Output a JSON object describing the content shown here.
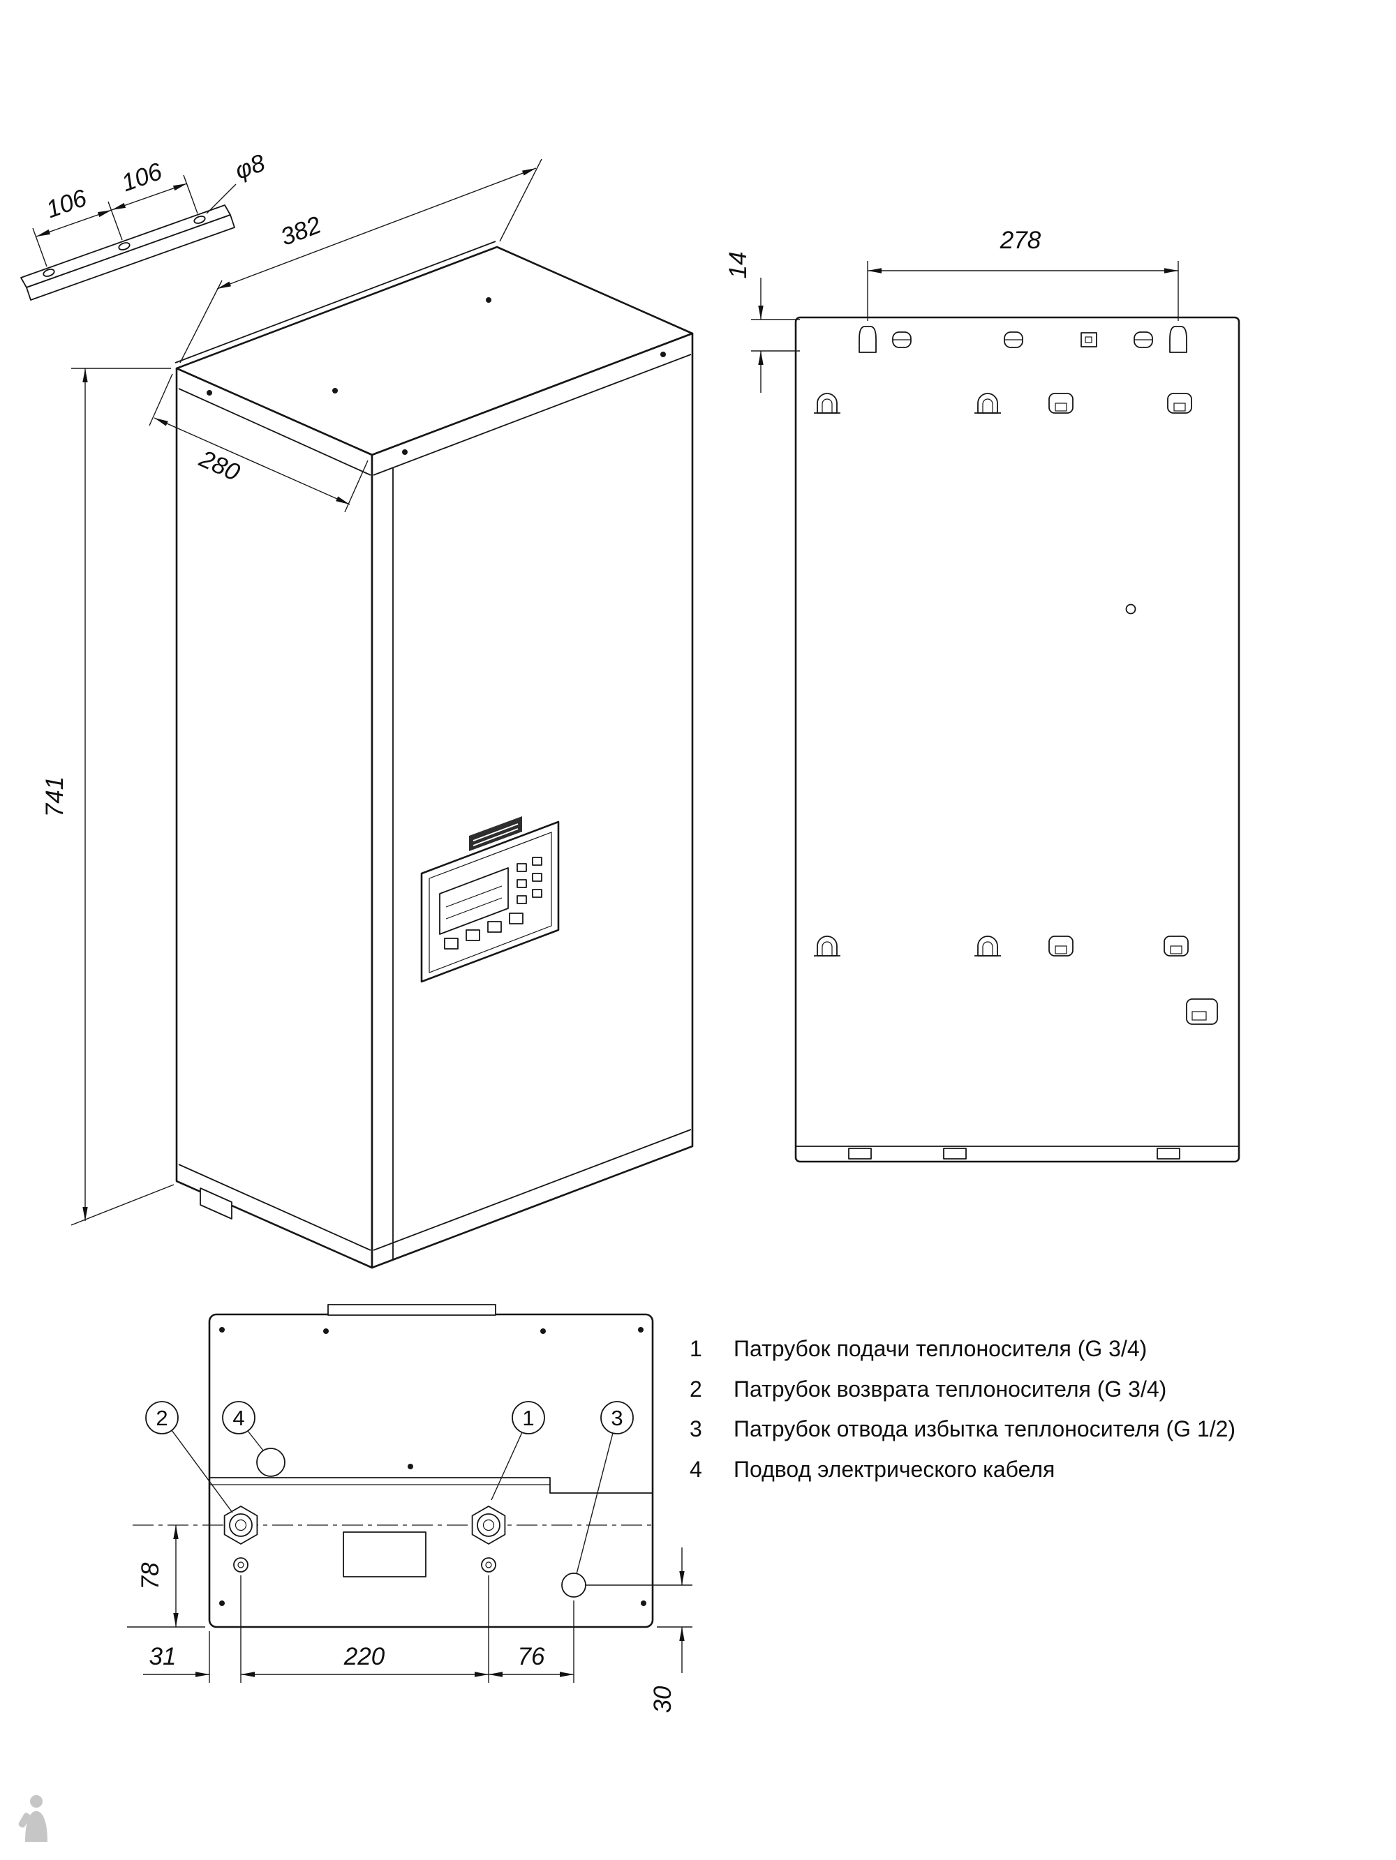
{
  "dims": {
    "bracket_left": "106",
    "bracket_right": "106",
    "bracket_hole": "φ8",
    "iso_width": "382",
    "iso_depth": "280",
    "iso_height": "741",
    "rear_width": "278",
    "rear_top": "14",
    "bottom_height": "78",
    "bottom_left_offset": "31",
    "bottom_span": "220",
    "bottom_right_span": "76",
    "bottom_edge_offset": "30"
  },
  "callouts": {
    "c1": "1",
    "c2": "2",
    "c3": "3",
    "c4": "4"
  },
  "legend": {
    "items": [
      {
        "num": "1",
        "text": "Патрубок подачи теплоносителя (G 3/4)"
      },
      {
        "num": "2",
        "text": "Патрубок возврата теплоносителя (G 3/4)"
      },
      {
        "num": "3",
        "text": "Патрубок отвода избытка теплоносителя (G 1/2)"
      },
      {
        "num": "4",
        "text": "Подвод электрического кабеля"
      }
    ]
  }
}
